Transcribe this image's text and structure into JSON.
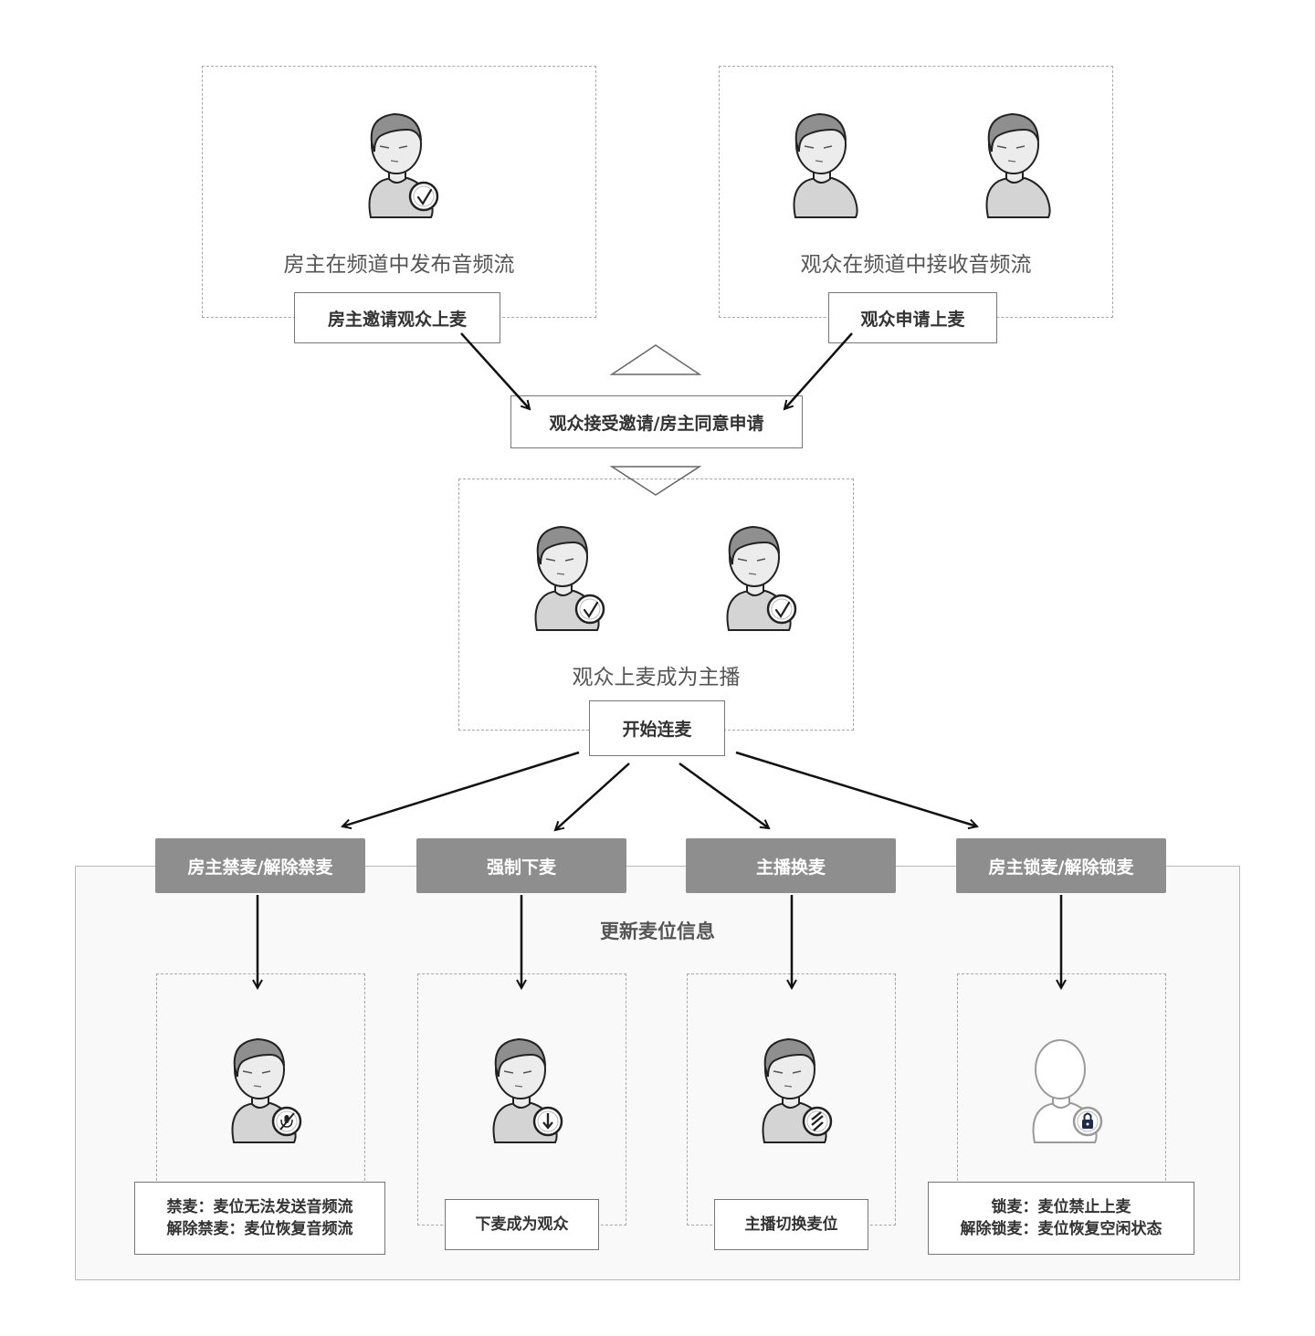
{
  "colors": {
    "tab_grey": "#8e8e8e",
    "panel_bg": "#f9f9f9",
    "dashed": "#a8a8a8",
    "arrow": "#111111"
  },
  "host_box": {
    "caption": "房主在频道中发布音频流",
    "action": "房主邀请观众上麦",
    "icon": "host-mic-check-icon"
  },
  "audience_box": {
    "caption": "观众在频道中接收音频流",
    "action": "观众申请上麦",
    "icons": [
      "audience-user-icon",
      "audience-user-icon"
    ]
  },
  "accept_box": {
    "label": "观众接受邀请/房主同意申请"
  },
  "broadcaster_box": {
    "caption": "观众上麦成为主播",
    "action": "开始连麦",
    "icons": [
      "broadcaster-mic-check-icon",
      "broadcaster-mic-check-icon"
    ]
  },
  "update_panel": {
    "title": "更新麦位信息",
    "actions": [
      {
        "tab": "房主禁麦/解除禁麦",
        "icon": "muted-mic-user-icon",
        "notes": [
          "禁麦：麦位无法发送音频流",
          "解除禁麦：麦位恢复音频流"
        ]
      },
      {
        "tab": "强制下麦",
        "icon": "leave-seat-user-icon",
        "notes": [
          "下麦成为观众"
        ]
      },
      {
        "tab": "主播换麦",
        "icon": "switch-seat-user-icon",
        "notes": [
          "主播切换麦位"
        ]
      },
      {
        "tab": "房主锁麦/解除锁麦",
        "icon": "locked-seat-icon",
        "notes": [
          "锁麦：麦位禁止上麦",
          "解除锁麦：麦位恢复空闲状态"
        ]
      }
    ]
  }
}
